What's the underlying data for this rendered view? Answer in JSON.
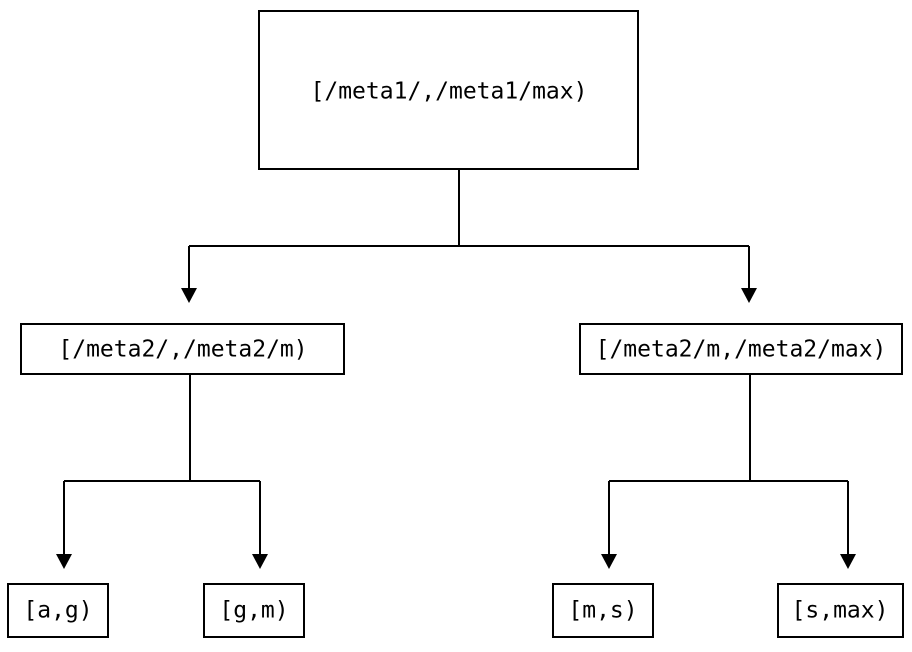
{
  "diagram": {
    "type": "tree",
    "title": "",
    "background_color": "#ffffff",
    "line_color": "#000000",
    "text_color": "#000000",
    "nodes": {
      "root": {
        "label": "[/meta1/,/meta1/max)",
        "level": 0
      },
      "mid_left": {
        "label": "[/meta2/,/meta2/m)",
        "level": 1
      },
      "mid_right": {
        "label": "[/meta2/m,/meta2/max)",
        "level": 1
      },
      "leaf_1": {
        "label": "[a,g)",
        "level": 2
      },
      "leaf_2": {
        "label": "[g,m)",
        "level": 2
      },
      "leaf_3": {
        "label": "[m,s)",
        "level": 2
      },
      "leaf_4": {
        "label": "[s,max)",
        "level": 2
      }
    },
    "edges": [
      {
        "from": "root",
        "to": "mid_left",
        "arrow": true
      },
      {
        "from": "root",
        "to": "mid_right",
        "arrow": true
      },
      {
        "from": "mid_left",
        "to": "leaf_1",
        "arrow": true
      },
      {
        "from": "mid_left",
        "to": "leaf_2",
        "arrow": true
      },
      {
        "from": "mid_right",
        "to": "leaf_3",
        "arrow": true
      },
      {
        "from": "mid_right",
        "to": "leaf_4",
        "arrow": true
      }
    ]
  }
}
